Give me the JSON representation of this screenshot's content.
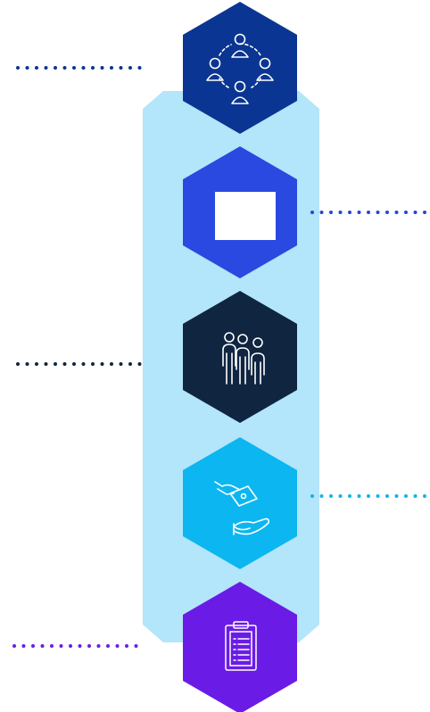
{
  "diagram": {
    "band_color": "#b3e5fb",
    "steps": [
      {
        "id": "network",
        "icon": "people-network-icon",
        "hex_color": "#0a3592",
        "dot_color": "#0a3592",
        "connector_side": "left"
      },
      {
        "id": "screen",
        "icon": "blank-screen-icon",
        "hex_color": "#2949e0",
        "dot_color": "#2a44d6",
        "connector_side": "right"
      },
      {
        "id": "team",
        "icon": "team-group-icon",
        "hex_color": "#0f2540",
        "dot_color": "#0f2540",
        "connector_side": "left"
      },
      {
        "id": "payment",
        "icon": "hand-money-icon",
        "hex_color": "#0cb6f0",
        "dot_color": "#13b2ec",
        "connector_side": "right"
      },
      {
        "id": "checklist",
        "icon": "clipboard-checklist-icon",
        "hex_color": "#6a1ce6",
        "dot_color": "#6a1ce6",
        "connector_side": "left"
      }
    ]
  }
}
